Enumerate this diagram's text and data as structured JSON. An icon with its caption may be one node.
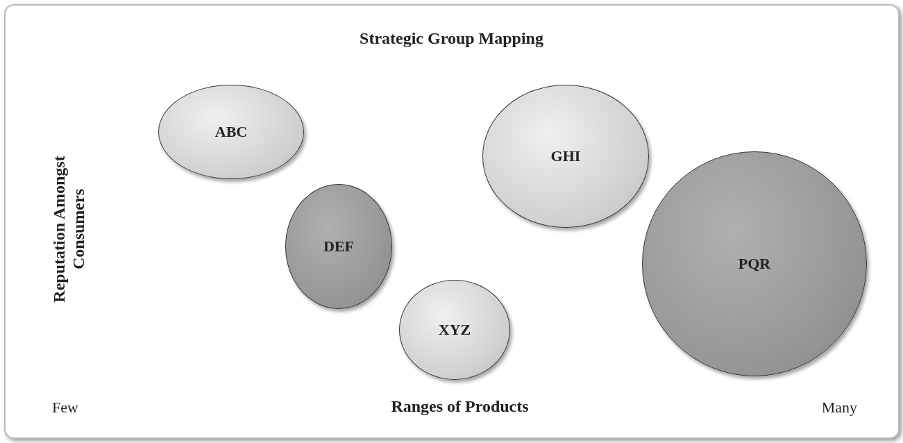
{
  "diagram": {
    "title": "Strategic Group Mapping",
    "nodes": [
      {
        "text": [
          "ABC"
        ]
      },
      {
        "text": [
          "DEF"
        ]
      },
      {
        "text": [
          "GHI"
        ]
      },
      {
        "text": [
          "XYZ"
        ]
      },
      {
        "text": [
          "PQR"
        ]
      }
    ],
    "labels": [
      "Reputation Amongst Consumers",
      "Few",
      "Ranges of Products",
      "Many"
    ]
  }
}
